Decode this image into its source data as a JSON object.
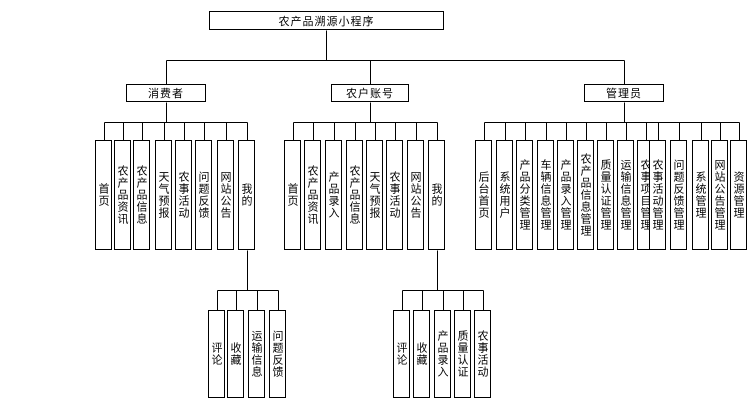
{
  "diagram": {
    "root": "农产品溯源小程序",
    "branches": [
      {
        "label": "消费者",
        "children": [
          "首页",
          "农产品资讯",
          "农产品信息",
          "天气预报",
          "农事活动",
          "问题反馈",
          "网站公告",
          "我的"
        ],
        "sub": [
          "评论",
          "收藏",
          "运输信息",
          "问题反馈"
        ]
      },
      {
        "label": "农户账号",
        "children": [
          "首页",
          "农产品资讯",
          "产品录入",
          "农产品信息",
          "天气预报",
          "农事活动",
          "网站公告",
          "我的"
        ],
        "sub": [
          "评论",
          "收藏",
          "产品录入",
          "质量认证",
          "农事活动"
        ]
      },
      {
        "label": "管理员",
        "children": [
          "后台首页",
          "系统用户",
          "产品分类管理",
          "车辆信息管理",
          "产品录入管理",
          "农产品信息管理",
          "质量认证管理",
          "运输信息管理",
          "农事项目管理",
          "农事活动管理",
          "问题反馈管理",
          "系统管理",
          "网站公告管理",
          "资源管理"
        ]
      }
    ]
  }
}
